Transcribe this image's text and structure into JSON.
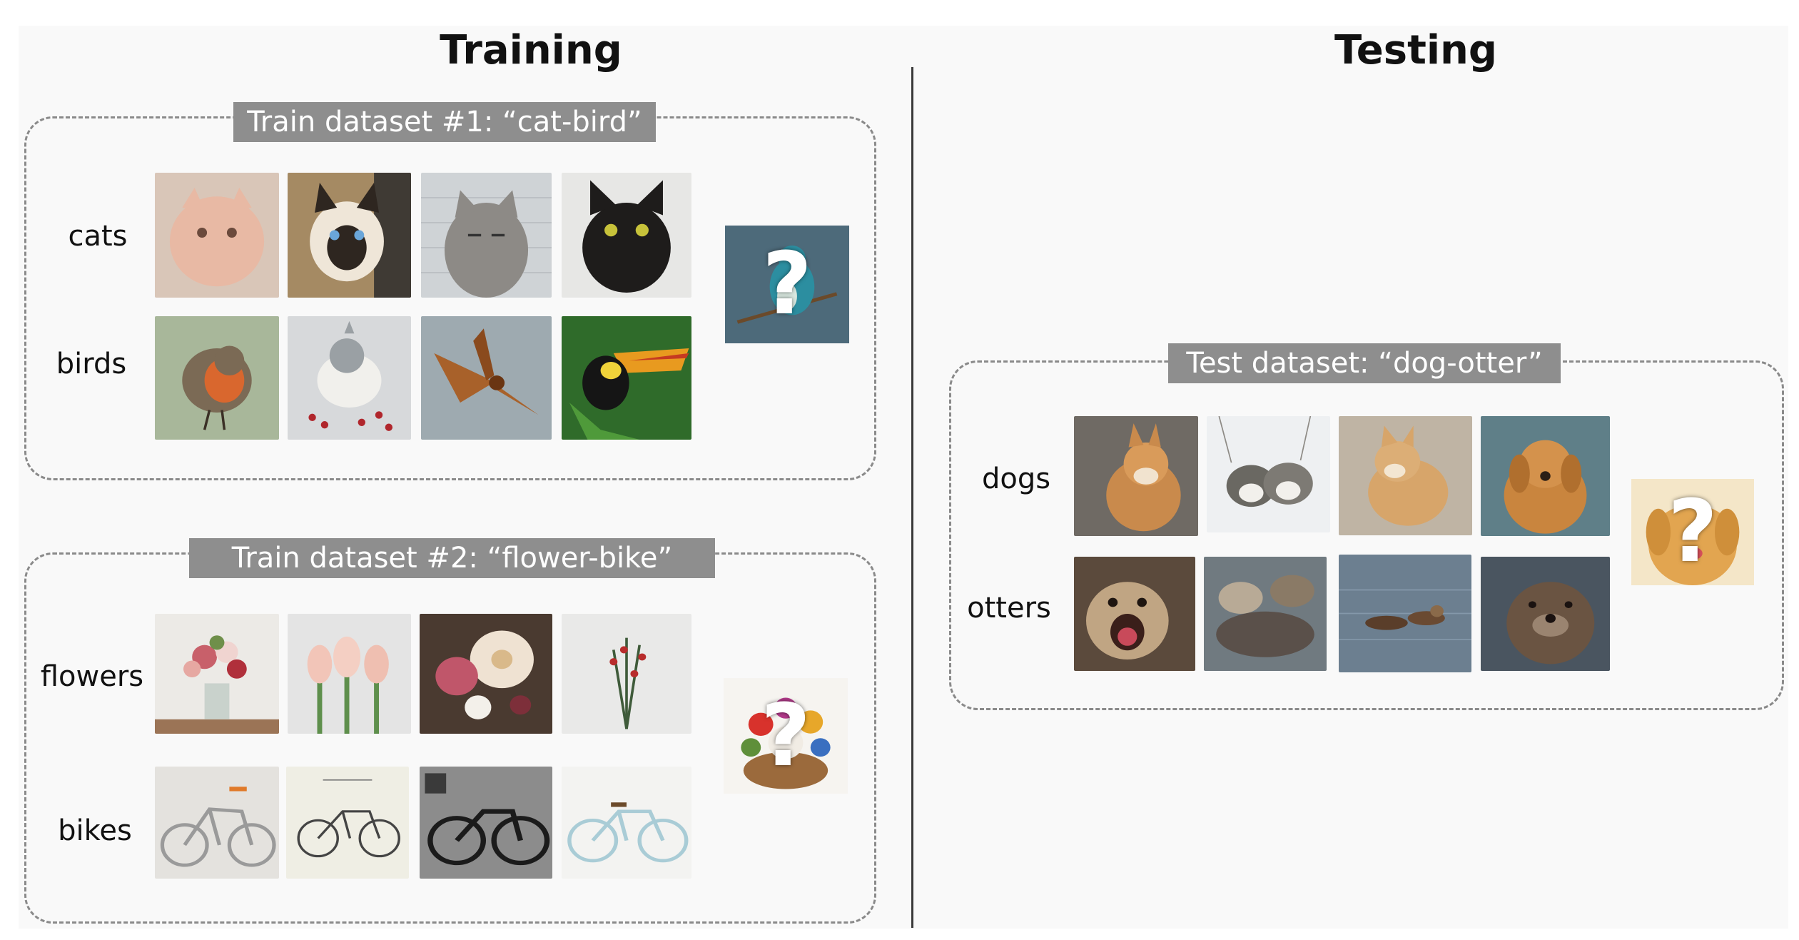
{
  "training": {
    "title": "Training",
    "datasets": [
      {
        "label": "Train dataset #1: “cat-bird”",
        "classes": [
          {
            "name": "cats",
            "images": [
              "cat-photo",
              "cat-photo",
              "cat-photo",
              "cat-photo"
            ]
          },
          {
            "name": "birds",
            "images": [
              "bird-photo",
              "bird-photo",
              "bird-photo",
              "bird-photo"
            ]
          }
        ],
        "query": {
          "glyph": "?",
          "icon": "bird-photo"
        }
      },
      {
        "label": "Train dataset #2: “flower-bike”",
        "classes": [
          {
            "name": "flowers",
            "images": [
              "flower-photo",
              "flower-photo",
              "flower-photo",
              "flower-photo"
            ]
          },
          {
            "name": "bikes",
            "images": [
              "bike-photo",
              "bike-photo",
              "bike-photo",
              "bike-photo"
            ]
          }
        ],
        "query": {
          "glyph": "?",
          "icon": "flower-basket-photo"
        }
      }
    ]
  },
  "testing": {
    "title": "Testing",
    "datasets": [
      {
        "label": "Test dataset: “dog-otter”",
        "classes": [
          {
            "name": "dogs",
            "images": [
              "dog-photo",
              "dog-photo",
              "dog-photo",
              "dog-photo"
            ]
          },
          {
            "name": "otters",
            "images": [
              "otter-photo",
              "otter-photo",
              "otter-photo",
              "otter-photo"
            ]
          }
        ],
        "query": {
          "glyph": "?",
          "icon": "dog-photo"
        }
      }
    ]
  }
}
